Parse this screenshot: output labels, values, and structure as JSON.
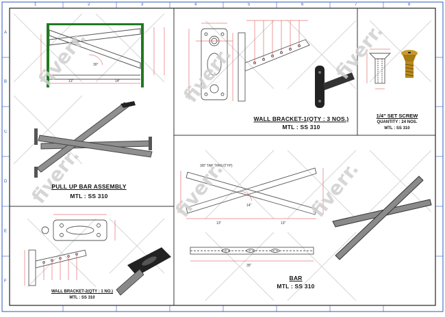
{
  "sheet": {
    "accent_color": "#2b57b8",
    "zone_columns": [
      "1",
      "2",
      "3",
      "4",
      "5",
      "6",
      "7",
      "8"
    ],
    "zone_rows": [
      "A",
      "B",
      "C",
      "D",
      "E",
      "F"
    ]
  },
  "views": {
    "pullup": {
      "title": "PULL UP BAR ASSEMBLY",
      "material": "MTL : SS 310"
    },
    "bracket1": {
      "title": "WALL BRACKET-1(QTY : 3 NOS.)",
      "material": "MTL : SS 310"
    },
    "screw": {
      "title": "1/4\" SET SCREW",
      "quantity": "QUANTITY : 24 NOS.",
      "material": "MTL : SS 310"
    },
    "bracket2": {
      "title": "WALL BRACKET-2(QTY : 1 NO.)",
      "material": "MTL : SS 310"
    },
    "bar": {
      "title": "BAR",
      "material": "MTL : SS 310"
    }
  },
  "dimensions": {
    "tap_note": "3/8\" TAP THRU(TYP)",
    "bar_length": "35\"",
    "bar_half_left": "13\"",
    "bar_half_right": "13\"",
    "bar_center": "14\"",
    "frame_left": "13\"",
    "frame_right": "14\"",
    "angle": "30°"
  },
  "watermark": {
    "text": "fiverr."
  }
}
